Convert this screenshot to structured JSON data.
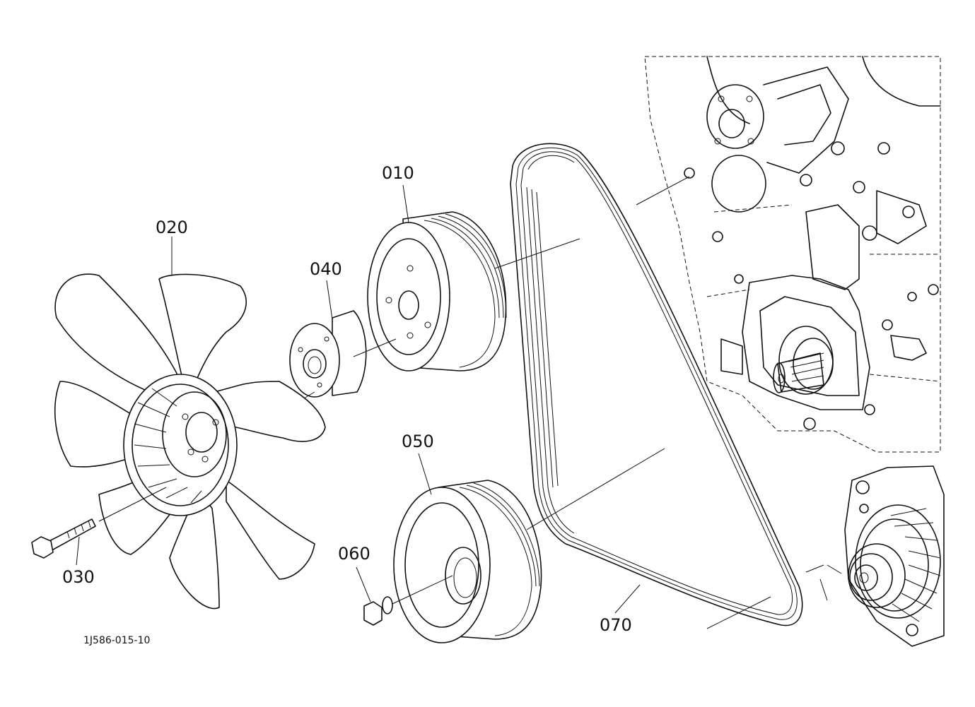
{
  "diagram": {
    "parts": [
      {
        "id": "010",
        "label": "010"
      },
      {
        "id": "020",
        "label": "020"
      },
      {
        "id": "030",
        "label": "030"
      },
      {
        "id": "040",
        "label": "040"
      },
      {
        "id": "050",
        "label": "050"
      },
      {
        "id": "060",
        "label": "060"
      },
      {
        "id": "070",
        "label": "070"
      }
    ],
    "drawing_code": "1J586-015-10"
  }
}
